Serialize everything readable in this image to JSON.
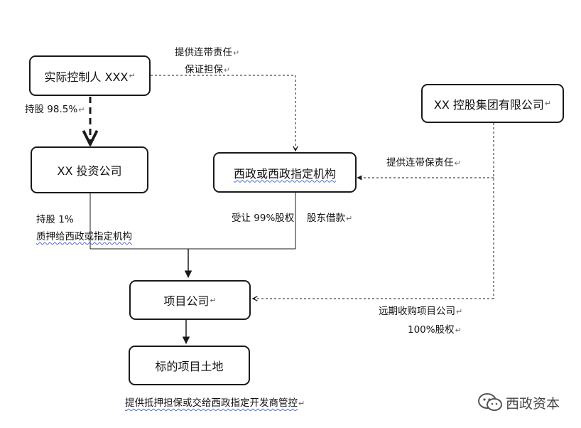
{
  "boxes": {
    "controller": "实际控制人 XXX",
    "investment": "XX 投资公司",
    "xizheng_org": "西政或西政指定机构",
    "group": "XX 控股集团有限公司",
    "project_company": "项目公司",
    "land": "标的项目土地"
  },
  "labels": {
    "guarantee_line1": "提供连带责任",
    "guarantee_line2": "保证担保",
    "hold_985": "持股 98.5%",
    "guarantee_group": "提供连带保责任",
    "hold_1": "持股 1%",
    "pledge": "质押给西政或指定机构",
    "transfer": "受让 99%股权",
    "loan": "股东借款",
    "buyback_line1": "远期收购项目公司",
    "buyback_line2": "100%股权",
    "mortgage": "提供抵押担保或交给西政指定开发商管控"
  },
  "paragraph_mark": "↵",
  "watermark": "西政资本",
  "colors": {
    "line": "#1a1a1a",
    "squiggle": "#4a6cd4"
  }
}
